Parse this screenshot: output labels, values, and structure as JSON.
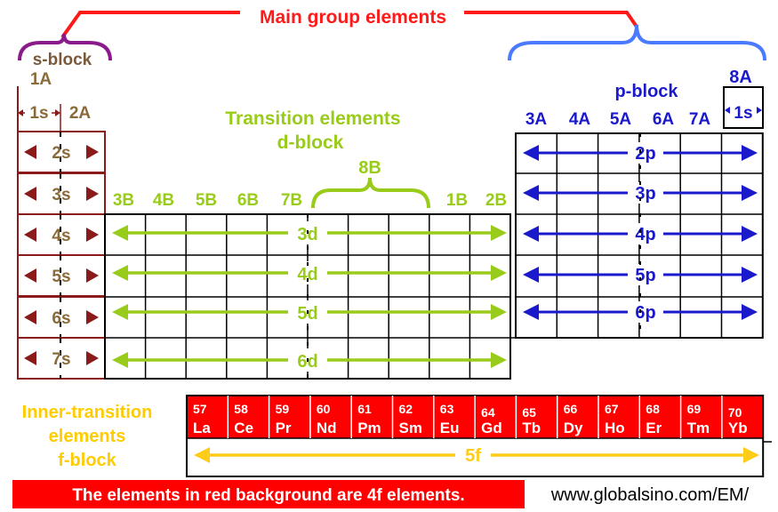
{
  "colors": {
    "main_group": "#ff1a1a",
    "s_block": "#8b1a1a",
    "s_label": "#8b6a3a",
    "s_brace": "#8b1a8b",
    "p_block": "#1a1acc",
    "p_brace": "#4a7aff",
    "d_block": "#99cc1a",
    "f_label": "#ffcc00",
    "f_arrow": "#ffcc1a",
    "f_cell_bg": "#ff0000",
    "footnote_bg": "#ff0000"
  },
  "labels": {
    "main_group": "Main group elements",
    "s_block": "s-block",
    "group_1a": "1A",
    "group_2a": "2A",
    "orbital_1s_left": "1s",
    "p_block": "p-block",
    "group_8a": "8A",
    "orbital_1s_right": "1s",
    "transition_line1": "Transition elements",
    "transition_line2": "d-block",
    "group_8b": "8B",
    "inner_line1": "Inner-transition",
    "inner_line2": "elements",
    "inner_line3": "f-block",
    "footnote": "The elements in red background are 4f elements.",
    "source": "www.globalsino.com/EM/"
  },
  "s_orbitals": [
    "2s",
    "3s",
    "4s",
    "5s",
    "6s",
    "7s"
  ],
  "p_groups": [
    "3A",
    "4A",
    "5A",
    "6A",
    "7A"
  ],
  "p_orbitals": [
    "2p",
    "3p",
    "4p",
    "5p",
    "6p"
  ],
  "d_groups": [
    "3B",
    "4B",
    "5B",
    "6B",
    "7B",
    "1B",
    "2B"
  ],
  "d_orbitals": [
    "3d",
    "4d",
    "5d",
    "6d"
  ],
  "f_orbital": "5f",
  "f_elements": [
    {
      "num": "57",
      "sym": "La"
    },
    {
      "num": "58",
      "sym": "Ce"
    },
    {
      "num": "59",
      "sym": "Pr"
    },
    {
      "num": "60",
      "sym": "Nd"
    },
    {
      "num": "61",
      "sym": "Pm"
    },
    {
      "num": "62",
      "sym": "Sm"
    },
    {
      "num": "63",
      "sym": "Eu"
    },
    {
      "num": "64",
      "sym": "Gd"
    },
    {
      "num": "65",
      "sym": "Tb"
    },
    {
      "num": "66",
      "sym": "Dy"
    },
    {
      "num": "67",
      "sym": "Ho"
    },
    {
      "num": "68",
      "sym": "Er"
    },
    {
      "num": "69",
      "sym": "Tm"
    },
    {
      "num": "70",
      "sym": "Yb"
    }
  ]
}
